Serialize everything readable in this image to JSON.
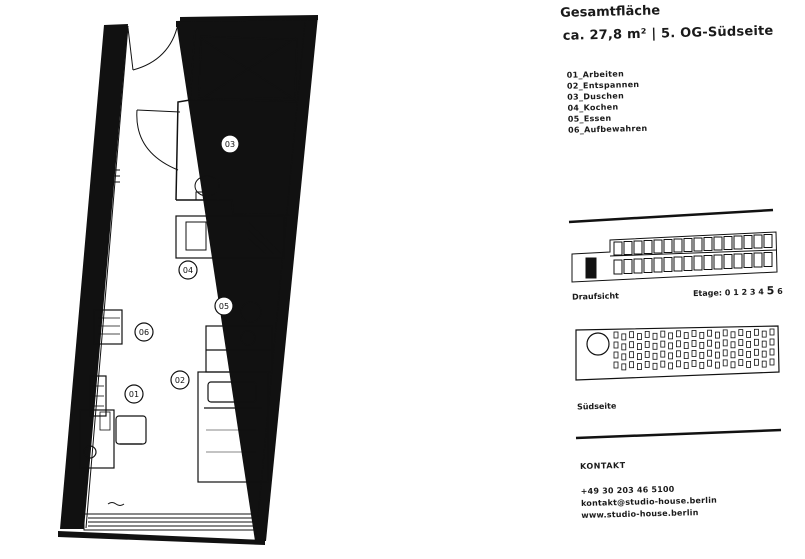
{
  "info": {
    "title": "Gesamtfläche",
    "subtitle": "ca. 27,8 m² | 5. OG-Südseite",
    "functions": [
      "01_Arbeiten",
      "02_Entspannen",
      "03_Duschen",
      "04_Kochen",
      "05_Essen",
      "06_Aufbewahren"
    ]
  },
  "room_labels": [
    "01",
    "02",
    "03",
    "04",
    "05",
    "06"
  ],
  "views": {
    "top_label": "Draufsicht",
    "etage_label": "Etage:",
    "floors": [
      "0",
      "1",
      "2",
      "3",
      "4"
    ],
    "current_floor": "5",
    "floor_after": "6",
    "south_label": "Südseite"
  },
  "contact": {
    "heading": "KONTAKT",
    "phone": "+49 30 203 46 5100",
    "email": "kontakt@studio-house.berlin",
    "web": "www.studio-house.berlin"
  }
}
